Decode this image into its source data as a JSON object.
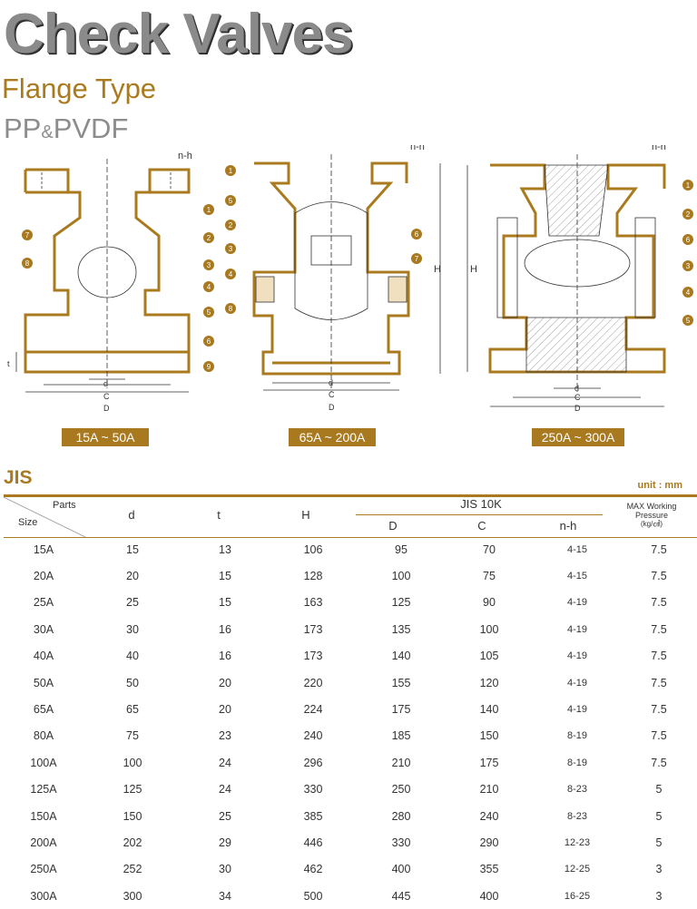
{
  "header": {
    "title": "Check Valves",
    "subtitle": "Flange Type",
    "material_a": "PP",
    "material_amp": "&",
    "material_b": "PVDF"
  },
  "drawings": {
    "ranges": [
      "15A ~ 50A",
      "65A ~ 200A",
      "250A ~ 300A"
    ],
    "dim_labels": {
      "nh": "n-h",
      "d": "d",
      "c": "C",
      "D": "D",
      "H": "H",
      "t": "t"
    },
    "part_numbers": [
      "1",
      "2",
      "3",
      "4",
      "5",
      "6",
      "7",
      "8",
      "9"
    ]
  },
  "colors": {
    "accent": "#a97a1e",
    "badge": "#a8791f",
    "title_gray": "#8a8a8a"
  },
  "spec": {
    "title": "JIS",
    "unit": "unit : mm",
    "header": {
      "parts": "Parts",
      "size": "Size",
      "d": "d",
      "t": "t",
      "H": "H",
      "jis_group": "JIS 10K",
      "D": "D",
      "C": "C",
      "nh": "n-h",
      "max_pressure_1": "MAX Working",
      "max_pressure_2": "Pressure",
      "max_pressure_3": "(kg/㎠)"
    },
    "rows": [
      {
        "size": "15A",
        "d": "15",
        "t": "13",
        "H": "106",
        "D": "95",
        "C": "70",
        "nh": "4-15",
        "p": "7.5"
      },
      {
        "size": "20A",
        "d": "20",
        "t": "15",
        "H": "128",
        "D": "100",
        "C": "75",
        "nh": "4-15",
        "p": "7.5"
      },
      {
        "size": "25A",
        "d": "25",
        "t": "15",
        "H": "163",
        "D": "125",
        "C": "90",
        "nh": "4-19",
        "p": "7.5"
      },
      {
        "size": "30A",
        "d": "30",
        "t": "16",
        "H": "173",
        "D": "135",
        "C": "100",
        "nh": "4-19",
        "p": "7.5"
      },
      {
        "size": "40A",
        "d": "40",
        "t": "16",
        "H": "173",
        "D": "140",
        "C": "105",
        "nh": "4-19",
        "p": "7.5"
      },
      {
        "size": "50A",
        "d": "50",
        "t": "20",
        "H": "220",
        "D": "155",
        "C": "120",
        "nh": "4-19",
        "p": "7.5"
      },
      {
        "size": "65A",
        "d": "65",
        "t": "20",
        "H": "224",
        "D": "175",
        "C": "140",
        "nh": "4-19",
        "p": "7.5"
      },
      {
        "size": "80A",
        "d": "75",
        "t": "23",
        "H": "240",
        "D": "185",
        "C": "150",
        "nh": "8-19",
        "p": "7.5"
      },
      {
        "size": "100A",
        "d": "100",
        "t": "24",
        "H": "296",
        "D": "210",
        "C": "175",
        "nh": "8-19",
        "p": "7.5"
      },
      {
        "size": "125A",
        "d": "125",
        "t": "24",
        "H": "330",
        "D": "250",
        "C": "210",
        "nh": "8-23",
        "p": "5"
      },
      {
        "size": "150A",
        "d": "150",
        "t": "25",
        "H": "385",
        "D": "280",
        "C": "240",
        "nh": "8-23",
        "p": "5"
      },
      {
        "size": "200A",
        "d": "202",
        "t": "29",
        "H": "446",
        "D": "330",
        "C": "290",
        "nh": "12-23",
        "p": "5"
      },
      {
        "size": "250A",
        "d": "252",
        "t": "30",
        "H": "462",
        "D": "400",
        "C": "355",
        "nh": "12-25",
        "p": "3"
      },
      {
        "size": "300A",
        "d": "300",
        "t": "34",
        "H": "500",
        "D": "445",
        "C": "400",
        "nh": "16-25",
        "p": "3"
      }
    ]
  }
}
